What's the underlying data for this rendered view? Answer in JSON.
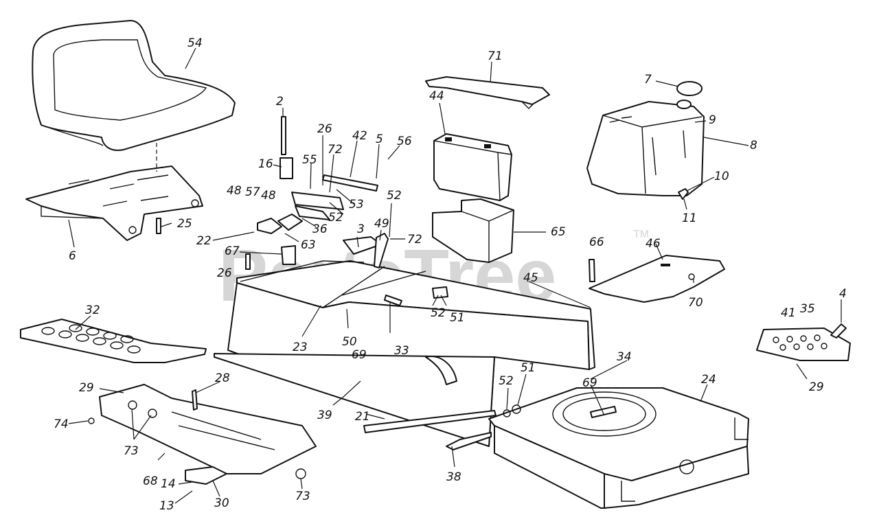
{
  "watermark": {
    "text": "PartsTree",
    "trademark": "TM"
  },
  "callouts": [
    {
      "id": "c54a",
      "text": "54"
    },
    {
      "id": "c2",
      "text": "2"
    },
    {
      "id": "c26a",
      "text": "26"
    },
    {
      "id": "c42",
      "text": "42"
    },
    {
      "id": "c5",
      "text": "5"
    },
    {
      "id": "c56",
      "text": "56"
    },
    {
      "id": "c72a",
      "text": "72"
    },
    {
      "id": "c16",
      "text": "16"
    },
    {
      "id": "c55",
      "text": "55"
    },
    {
      "id": "c71",
      "text": "71"
    },
    {
      "id": "c44",
      "text": "44"
    },
    {
      "id": "c7",
      "text": "7"
    },
    {
      "id": "c9",
      "text": "9"
    },
    {
      "id": "c8",
      "text": "8"
    },
    {
      "id": "c10",
      "text": "10"
    },
    {
      "id": "c11",
      "text": "11"
    },
    {
      "id": "c48a",
      "text": "48"
    },
    {
      "id": "c57",
      "text": "57"
    },
    {
      "id": "c48b",
      "text": "48"
    },
    {
      "id": "c52a",
      "text": "52"
    },
    {
      "id": "c53",
      "text": "53"
    },
    {
      "id": "c52b",
      "text": "52"
    },
    {
      "id": "c25",
      "text": "25"
    },
    {
      "id": "c36",
      "text": "36"
    },
    {
      "id": "c3",
      "text": "3"
    },
    {
      "id": "c49",
      "text": "49"
    },
    {
      "id": "c65",
      "text": "65"
    },
    {
      "id": "c66",
      "text": "66"
    },
    {
      "id": "c46",
      "text": "46"
    },
    {
      "id": "c22",
      "text": "22"
    },
    {
      "id": "c63",
      "text": "63"
    },
    {
      "id": "c72b",
      "text": "72"
    },
    {
      "id": "c6",
      "text": "6"
    },
    {
      "id": "c67",
      "text": "67"
    },
    {
      "id": "c26b",
      "text": "26"
    },
    {
      "id": "c45",
      "text": "45"
    },
    {
      "id": "c70",
      "text": "70"
    },
    {
      "id": "c52c",
      "text": "52"
    },
    {
      "id": "c51a",
      "text": "51"
    },
    {
      "id": "c4",
      "text": "4"
    },
    {
      "id": "c32",
      "text": "32"
    },
    {
      "id": "c41",
      "text": "41"
    },
    {
      "id": "c35",
      "text": "35"
    },
    {
      "id": "c23",
      "text": "23"
    },
    {
      "id": "c50",
      "text": "50"
    },
    {
      "id": "c33",
      "text": "33"
    },
    {
      "id": "c34",
      "text": "34"
    },
    {
      "id": "c24",
      "text": "24"
    },
    {
      "id": "c69a",
      "text": "69"
    },
    {
      "id": "c29a",
      "text": "29"
    },
    {
      "id": "c28",
      "text": "28"
    },
    {
      "id": "c52d",
      "text": "52"
    },
    {
      "id": "c51b",
      "text": "51"
    },
    {
      "id": "c69b",
      "text": "69"
    },
    {
      "id": "c29b",
      "text": "29"
    },
    {
      "id": "c74",
      "text": "74"
    },
    {
      "id": "c39",
      "text": "39"
    },
    {
      "id": "c21",
      "text": "21"
    },
    {
      "id": "c73a",
      "text": "73"
    },
    {
      "id": "c68",
      "text": "68"
    },
    {
      "id": "c14",
      "text": "14"
    },
    {
      "id": "c38",
      "text": "38"
    },
    {
      "id": "c13",
      "text": "13"
    },
    {
      "id": "c30",
      "text": "30"
    },
    {
      "id": "c73b",
      "text": "73"
    }
  ]
}
